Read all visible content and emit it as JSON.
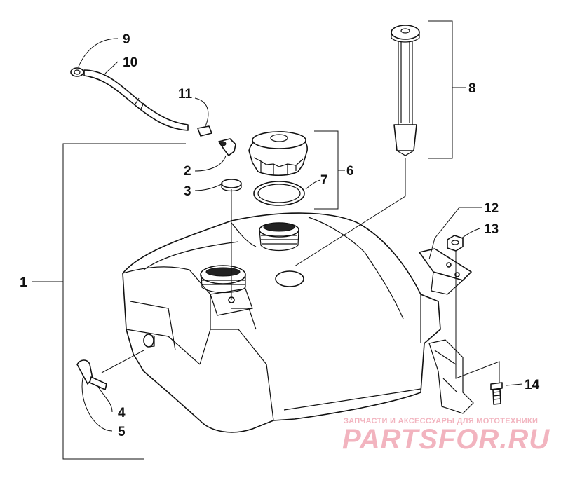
{
  "callouts": {
    "c1": "1",
    "c2": "2",
    "c3": "3",
    "c4": "4",
    "c5": "5",
    "c6": "6",
    "c7": "7",
    "c8": "8",
    "c9": "9",
    "c10": "10",
    "c11": "11",
    "c12": "12",
    "c13": "13",
    "c14": "14"
  },
  "watermark": {
    "tagline": "ЗАПЧАСТИ И АКСЕССУАРЫ ДЛЯ МОТОТЕХНИКИ",
    "logo": "PARTSFOR.RU",
    "color": "#f2b4bf"
  },
  "colors": {
    "line": "#111111",
    "background": "#ffffff"
  }
}
